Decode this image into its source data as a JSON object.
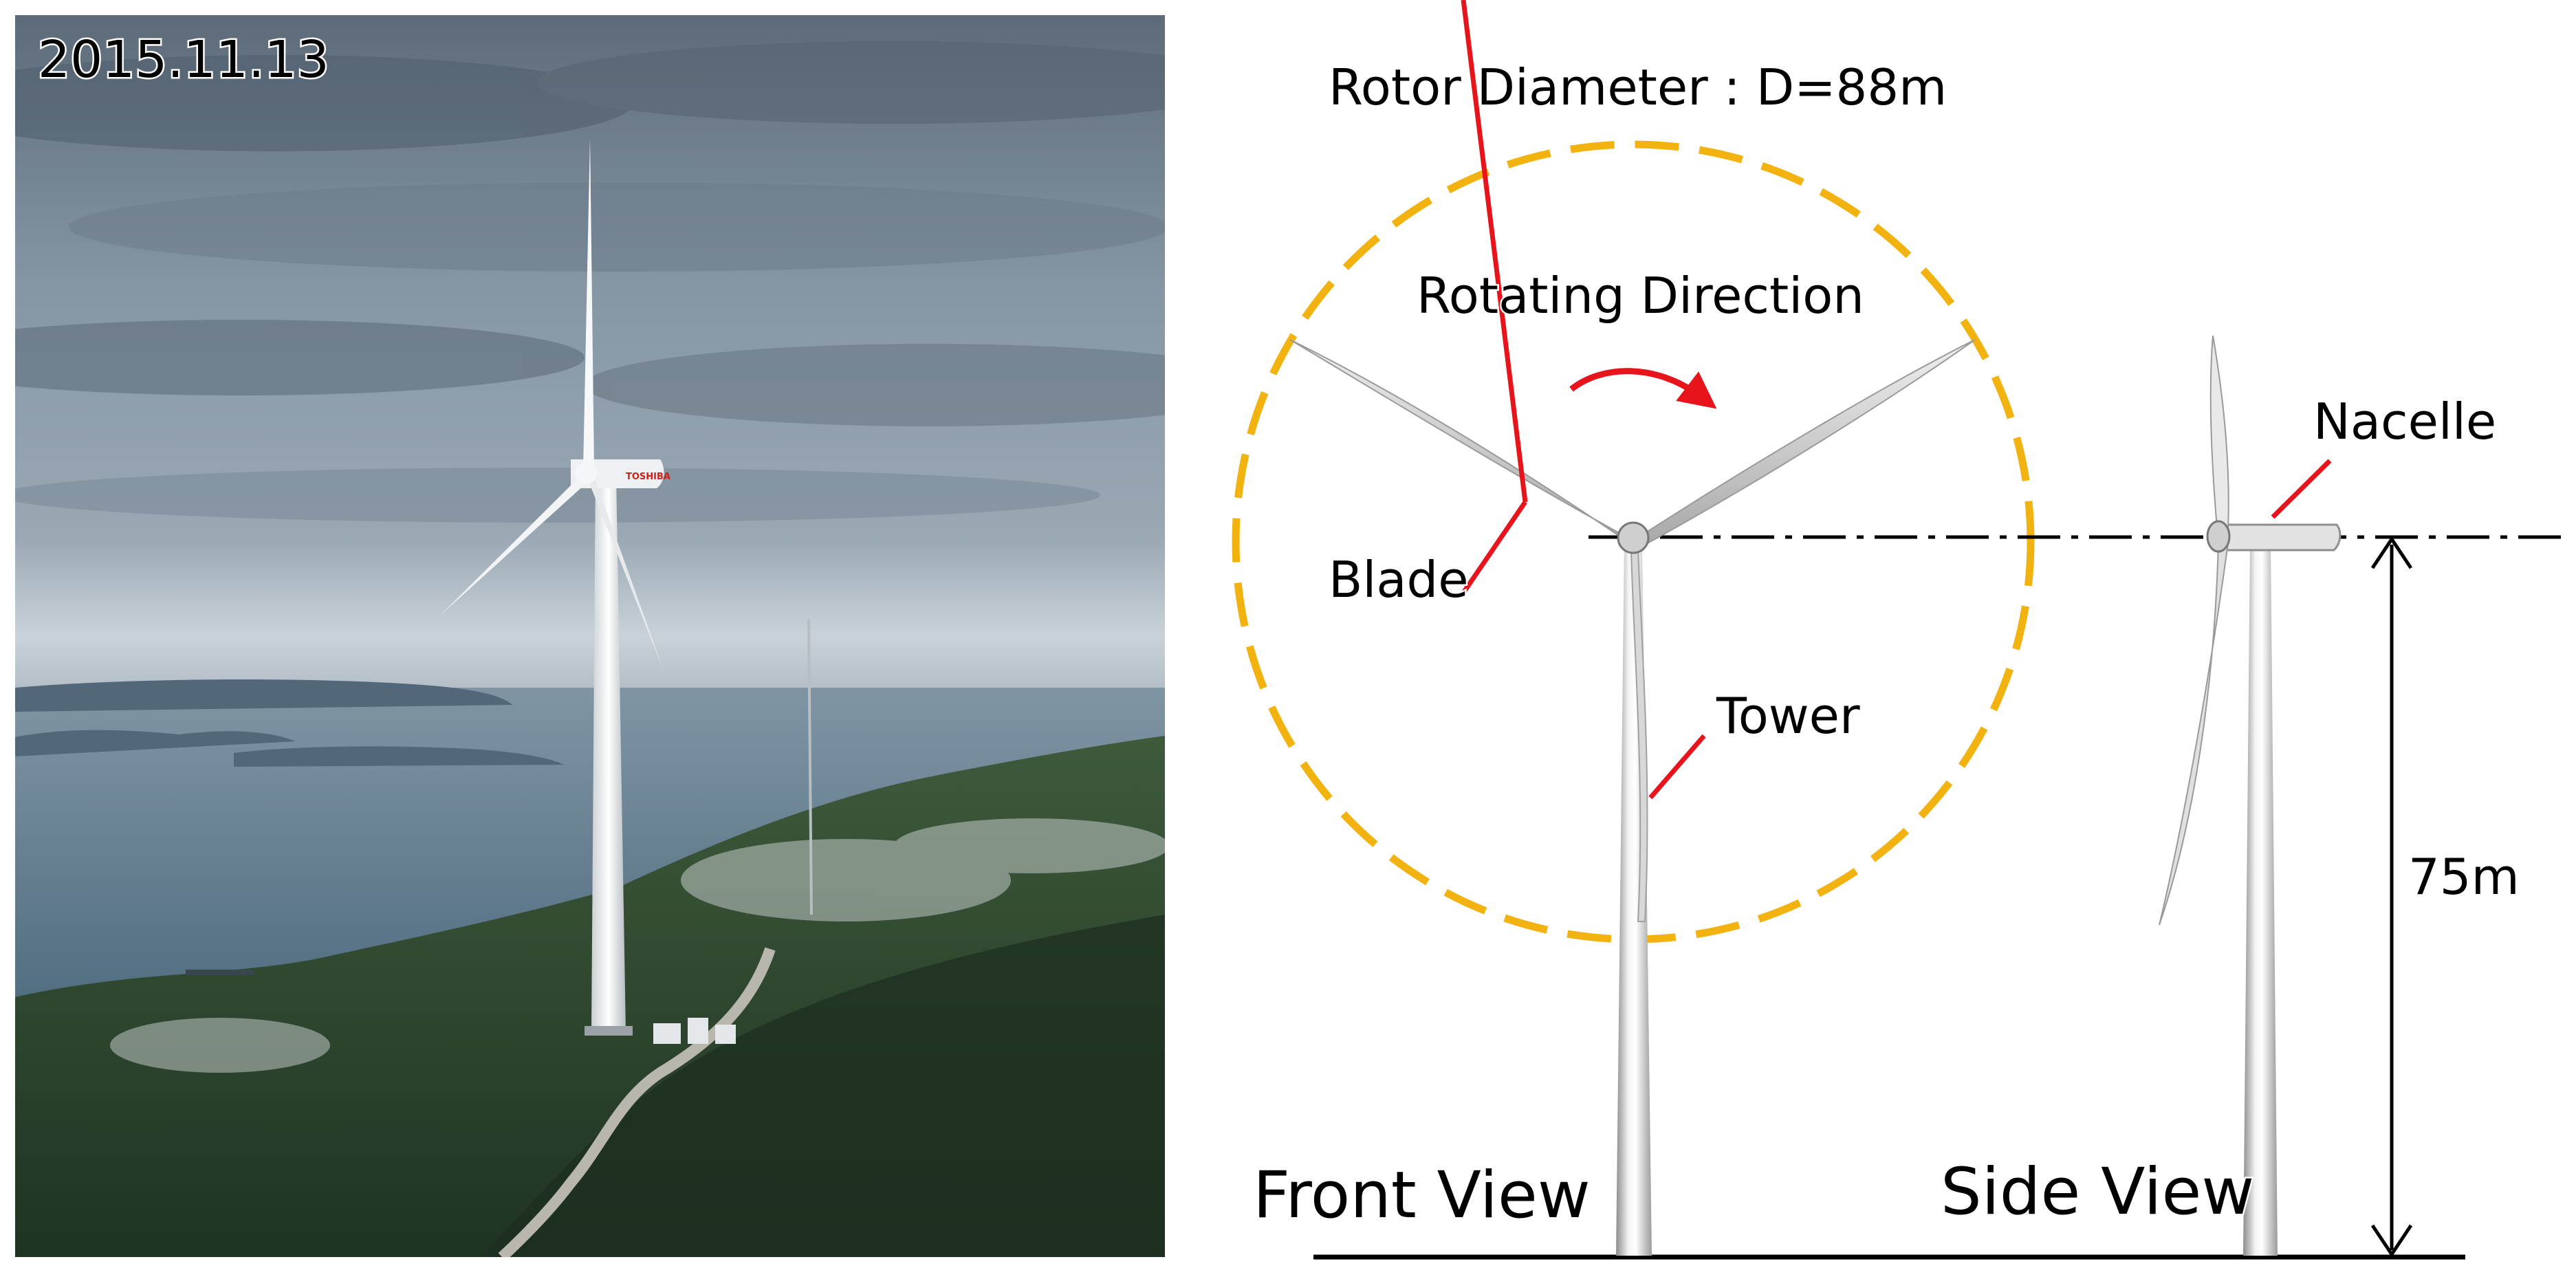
{
  "photo": {
    "date_stamp": "2015.11.13",
    "nacelle_logo": "TOSHIBA"
  },
  "diagram": {
    "rotor_diameter": "Rotor Diameter : D=88m",
    "rotating_direction": "Rotating Direction",
    "labels": {
      "blade": "Blade",
      "tower": "Tower",
      "nacelle": "Nacelle",
      "hub_height": "75m"
    },
    "views": {
      "front": "Front View",
      "side": "Side View"
    }
  },
  "colors": {
    "rotor_circle": "#f2b20f",
    "leader_lines": "#e8141b",
    "rotation_arrow": "#e8141b",
    "sky": "#8f9eab",
    "sea": "#5f7a8d",
    "forest": "#2f4a2f"
  }
}
